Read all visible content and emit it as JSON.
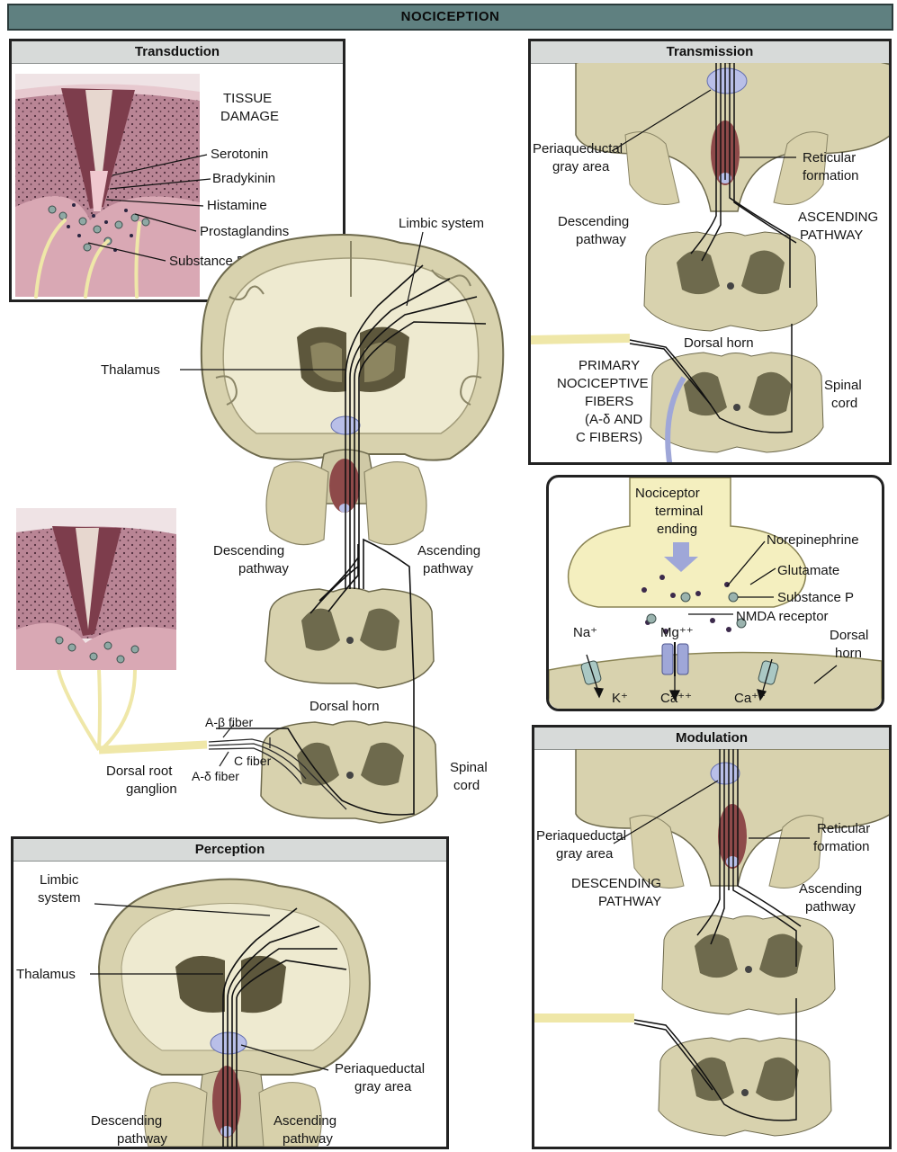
{
  "header": {
    "title": "NOCICEPTION"
  },
  "panels": {
    "transduction": {
      "title": "Transduction",
      "tissue_damage_line1": "TISSUE",
      "tissue_damage_line2": "DAMAGE",
      "mediators": [
        "Serotonin",
        "Bradykinin",
        "Histamine",
        "Prostaglandins",
        "Substance P"
      ]
    },
    "transmission": {
      "title": "Transmission",
      "pag_line1": "Periaqueductal",
      "pag_line2": "gray area",
      "reticular_line1": "Reticular",
      "reticular_line2": "formation",
      "descending_line1": "Descending",
      "descending_line2": "pathway",
      "ascending_line1": "ASCENDING",
      "ascending_line2": "PATHWAY",
      "dorsal_horn": "Dorsal horn",
      "fibers_lines": [
        "PRIMARY",
        "NOCICEPTIVE",
        "FIBERS",
        "(A-δ AND",
        "C FIBERS)"
      ],
      "spinal_line1": "Spinal",
      "spinal_line2": "cord"
    },
    "synapse": {
      "terminal_lines": [
        "Nociceptor",
        "terminal",
        "ending"
      ],
      "norepinephrine": "Norepinephrine",
      "glutamate": "Glutamate",
      "substance_p": "Substance P",
      "na": "Na⁺",
      "mg": "Mg⁺⁺",
      "nmda": "NMDA receptor",
      "dorsal_line1": "Dorsal",
      "dorsal_line2": "horn",
      "k": "K⁺",
      "ca1": "Ca⁺⁺",
      "ca2": "Ca⁺⁺"
    },
    "modulation": {
      "title": "Modulation",
      "pag_line1": "Periaqueductal",
      "pag_line2": "gray area",
      "reticular_line1": "Reticular",
      "reticular_line2": "formation",
      "descending_line1": "DESCENDING",
      "descending_line2": "PATHWAY",
      "ascending_line1": "Ascending",
      "ascending_line2": "pathway"
    },
    "perception": {
      "title": "Perception",
      "limbic_line1": "Limbic",
      "limbic_line2": "system",
      "thalamus": "Thalamus",
      "pag_line1": "Periaqueductal",
      "pag_line2": "gray area",
      "descending_line1": "Descending",
      "descending_line2": "pathway",
      "ascending_line1": "Ascending",
      "ascending_line2": "pathway"
    }
  },
  "central": {
    "limbic_system": "Limbic system",
    "thalamus": "Thalamus",
    "descending_line1": "Descending",
    "descending_line2": "pathway",
    "ascending_line1": "Ascending",
    "ascending_line2": "pathway",
    "a_beta": "A-β fiber",
    "dorsal_root_line1": "Dorsal root",
    "dorsal_root_line2": "ganglion",
    "c_fiber": "C fiber",
    "a_delta": "A-δ fiber",
    "dorsal_horn": "Dorsal horn",
    "spinal_line1": "Spinal",
    "spinal_line2": "cord"
  },
  "colors": {
    "header_bg": "#5f8080",
    "brain_tissue": "#cdc8a6",
    "gray_matter": "#6e6a4d",
    "reticular": "#8e4a4a",
    "pag": "#b9bfe8",
    "skin": "#c99aa8",
    "nerve": "#efe7a8"
  }
}
